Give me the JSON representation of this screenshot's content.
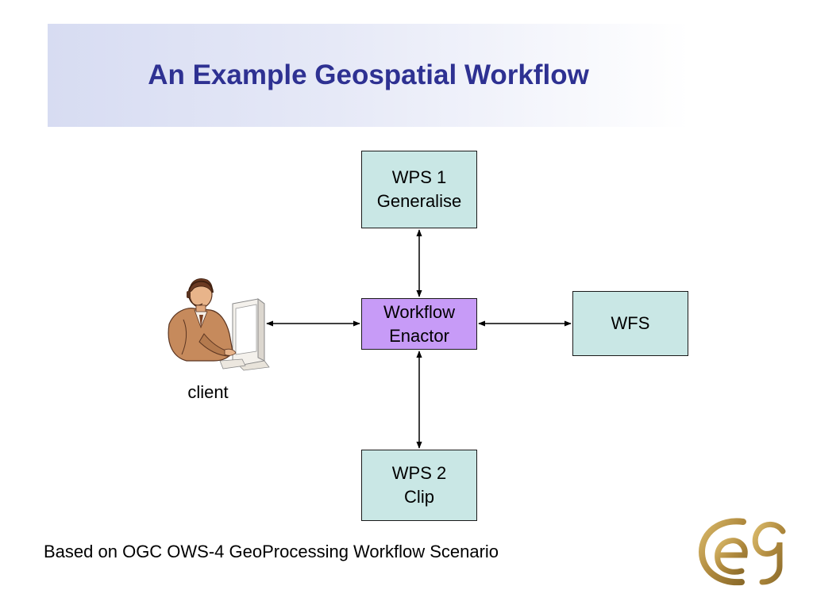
{
  "slide": {
    "title": "An Example Geospatial Workflow",
    "footer_note": "Based on OGC OWS-4 GeoProcessing Workflow Scenario",
    "logo_text": "eG"
  },
  "diagram": {
    "nodes": {
      "wps1": {
        "line1": "WPS 1",
        "line2": "Generalise"
      },
      "enactor": {
        "line1": "Workflow",
        "line2": "Enactor"
      },
      "wfs": {
        "line1": "WFS"
      },
      "wps2": {
        "line1": "WPS 2",
        "line2": "Clip"
      },
      "client": {
        "label": "client"
      }
    },
    "edges": [
      {
        "from": "enactor",
        "to": "wps1",
        "direction": "bidirectional"
      },
      {
        "from": "enactor",
        "to": "wps2",
        "direction": "bidirectional"
      },
      {
        "from": "enactor",
        "to": "wfs",
        "direction": "bidirectional"
      },
      {
        "from": "enactor",
        "to": "client",
        "direction": "bidirectional"
      }
    ]
  },
  "colors": {
    "title": "#2e3192",
    "service_box": "#c9e7e5",
    "enactor_box": "#c79bf7",
    "logo_gold": "#b08a3e"
  },
  "icons": {
    "client": "person-at-computer-icon",
    "logo": "eg-logo"
  }
}
